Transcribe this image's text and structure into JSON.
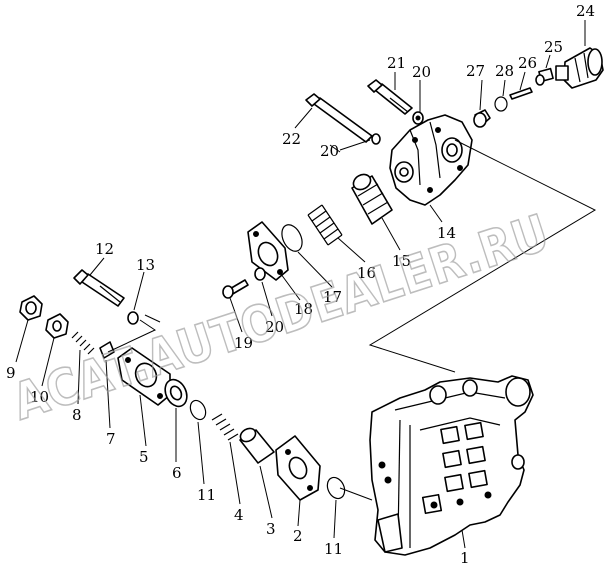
{
  "watermark": {
    "text": "ACAT.AUTODEALER.RU"
  },
  "callouts": [
    {
      "id": "c1",
      "label": "1"
    },
    {
      "id": "c2",
      "label": "2"
    },
    {
      "id": "c3",
      "label": "3"
    },
    {
      "id": "c4",
      "label": "4"
    },
    {
      "id": "c5",
      "label": "5"
    },
    {
      "id": "c6",
      "label": "6"
    },
    {
      "id": "c7",
      "label": "7"
    },
    {
      "id": "c8",
      "label": "8"
    },
    {
      "id": "c9",
      "label": "9"
    },
    {
      "id": "c10",
      "label": "10"
    },
    {
      "id": "c11a",
      "label": "11"
    },
    {
      "id": "c11b",
      "label": "11"
    },
    {
      "id": "c12",
      "label": "12"
    },
    {
      "id": "c13",
      "label": "13"
    },
    {
      "id": "c14",
      "label": "14"
    },
    {
      "id": "c15",
      "label": "15"
    },
    {
      "id": "c16",
      "label": "16"
    },
    {
      "id": "c17",
      "label": "17"
    },
    {
      "id": "c18",
      "label": "18"
    },
    {
      "id": "c19",
      "label": "19"
    },
    {
      "id": "c20a",
      "label": "20"
    },
    {
      "id": "c20b",
      "label": "20"
    },
    {
      "id": "c20c",
      "label": "20"
    },
    {
      "id": "c21",
      "label": "21"
    },
    {
      "id": "c22",
      "label": "22"
    },
    {
      "id": "c24",
      "label": "24"
    },
    {
      "id": "c25",
      "label": "25"
    },
    {
      "id": "c26",
      "label": "26"
    },
    {
      "id": "c27",
      "label": "27"
    },
    {
      "id": "c28",
      "label": "28"
    }
  ]
}
